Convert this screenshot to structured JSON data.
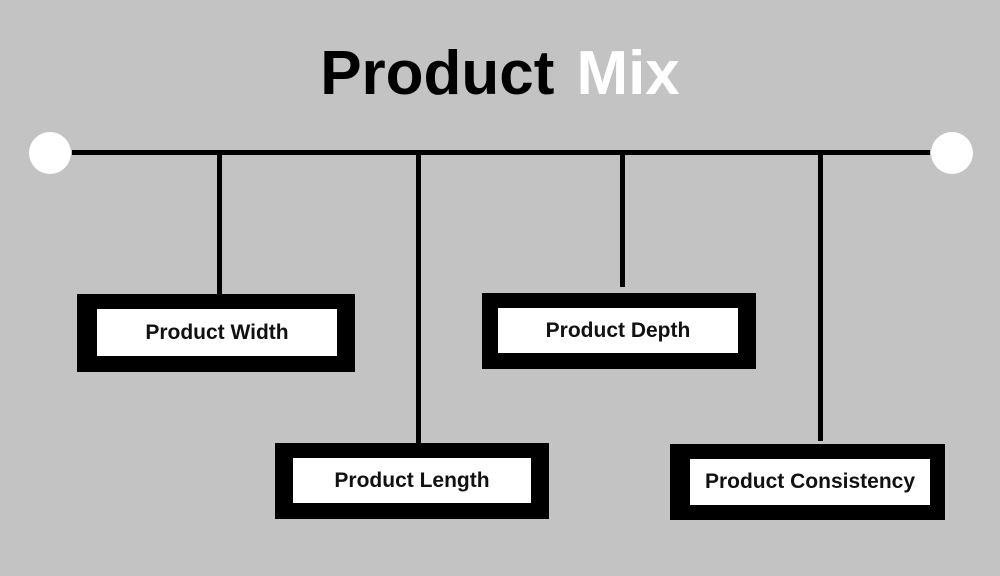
{
  "title": {
    "word1": "Product",
    "word2": "Mix",
    "word1_color": "#000000",
    "word2_color": "#ffffff"
  },
  "diagram": {
    "background": "#c3c3c3",
    "connector_color": "#000000",
    "node_color": "#ffffff",
    "branches": [
      {
        "label": "Product Width"
      },
      {
        "label": "Product Length"
      },
      {
        "label": "Product Depth"
      },
      {
        "label": "Product Consistency"
      }
    ]
  }
}
